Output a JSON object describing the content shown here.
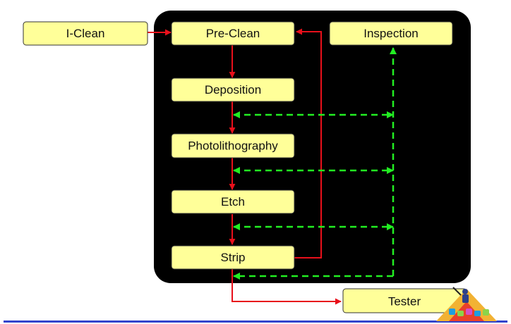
{
  "diagram": {
    "nodes": {
      "i_clean": "I-Clean",
      "pre_clean": "Pre-Clean",
      "inspection": "Inspection",
      "deposition": "Deposition",
      "photolithography": "Photolithography",
      "etch": "Etch",
      "strip": "Strip",
      "tester": "Tester"
    }
  },
  "colors": {
    "panel": "#000000",
    "box_fill": "#ffff99",
    "box_border": "#333333",
    "process_arrow": "#e8101b",
    "inspection_arrow": "#22ee22",
    "footer_rule": "#3344cc"
  },
  "icons": {
    "corner_logo": "presenter-pyramid-icon"
  }
}
